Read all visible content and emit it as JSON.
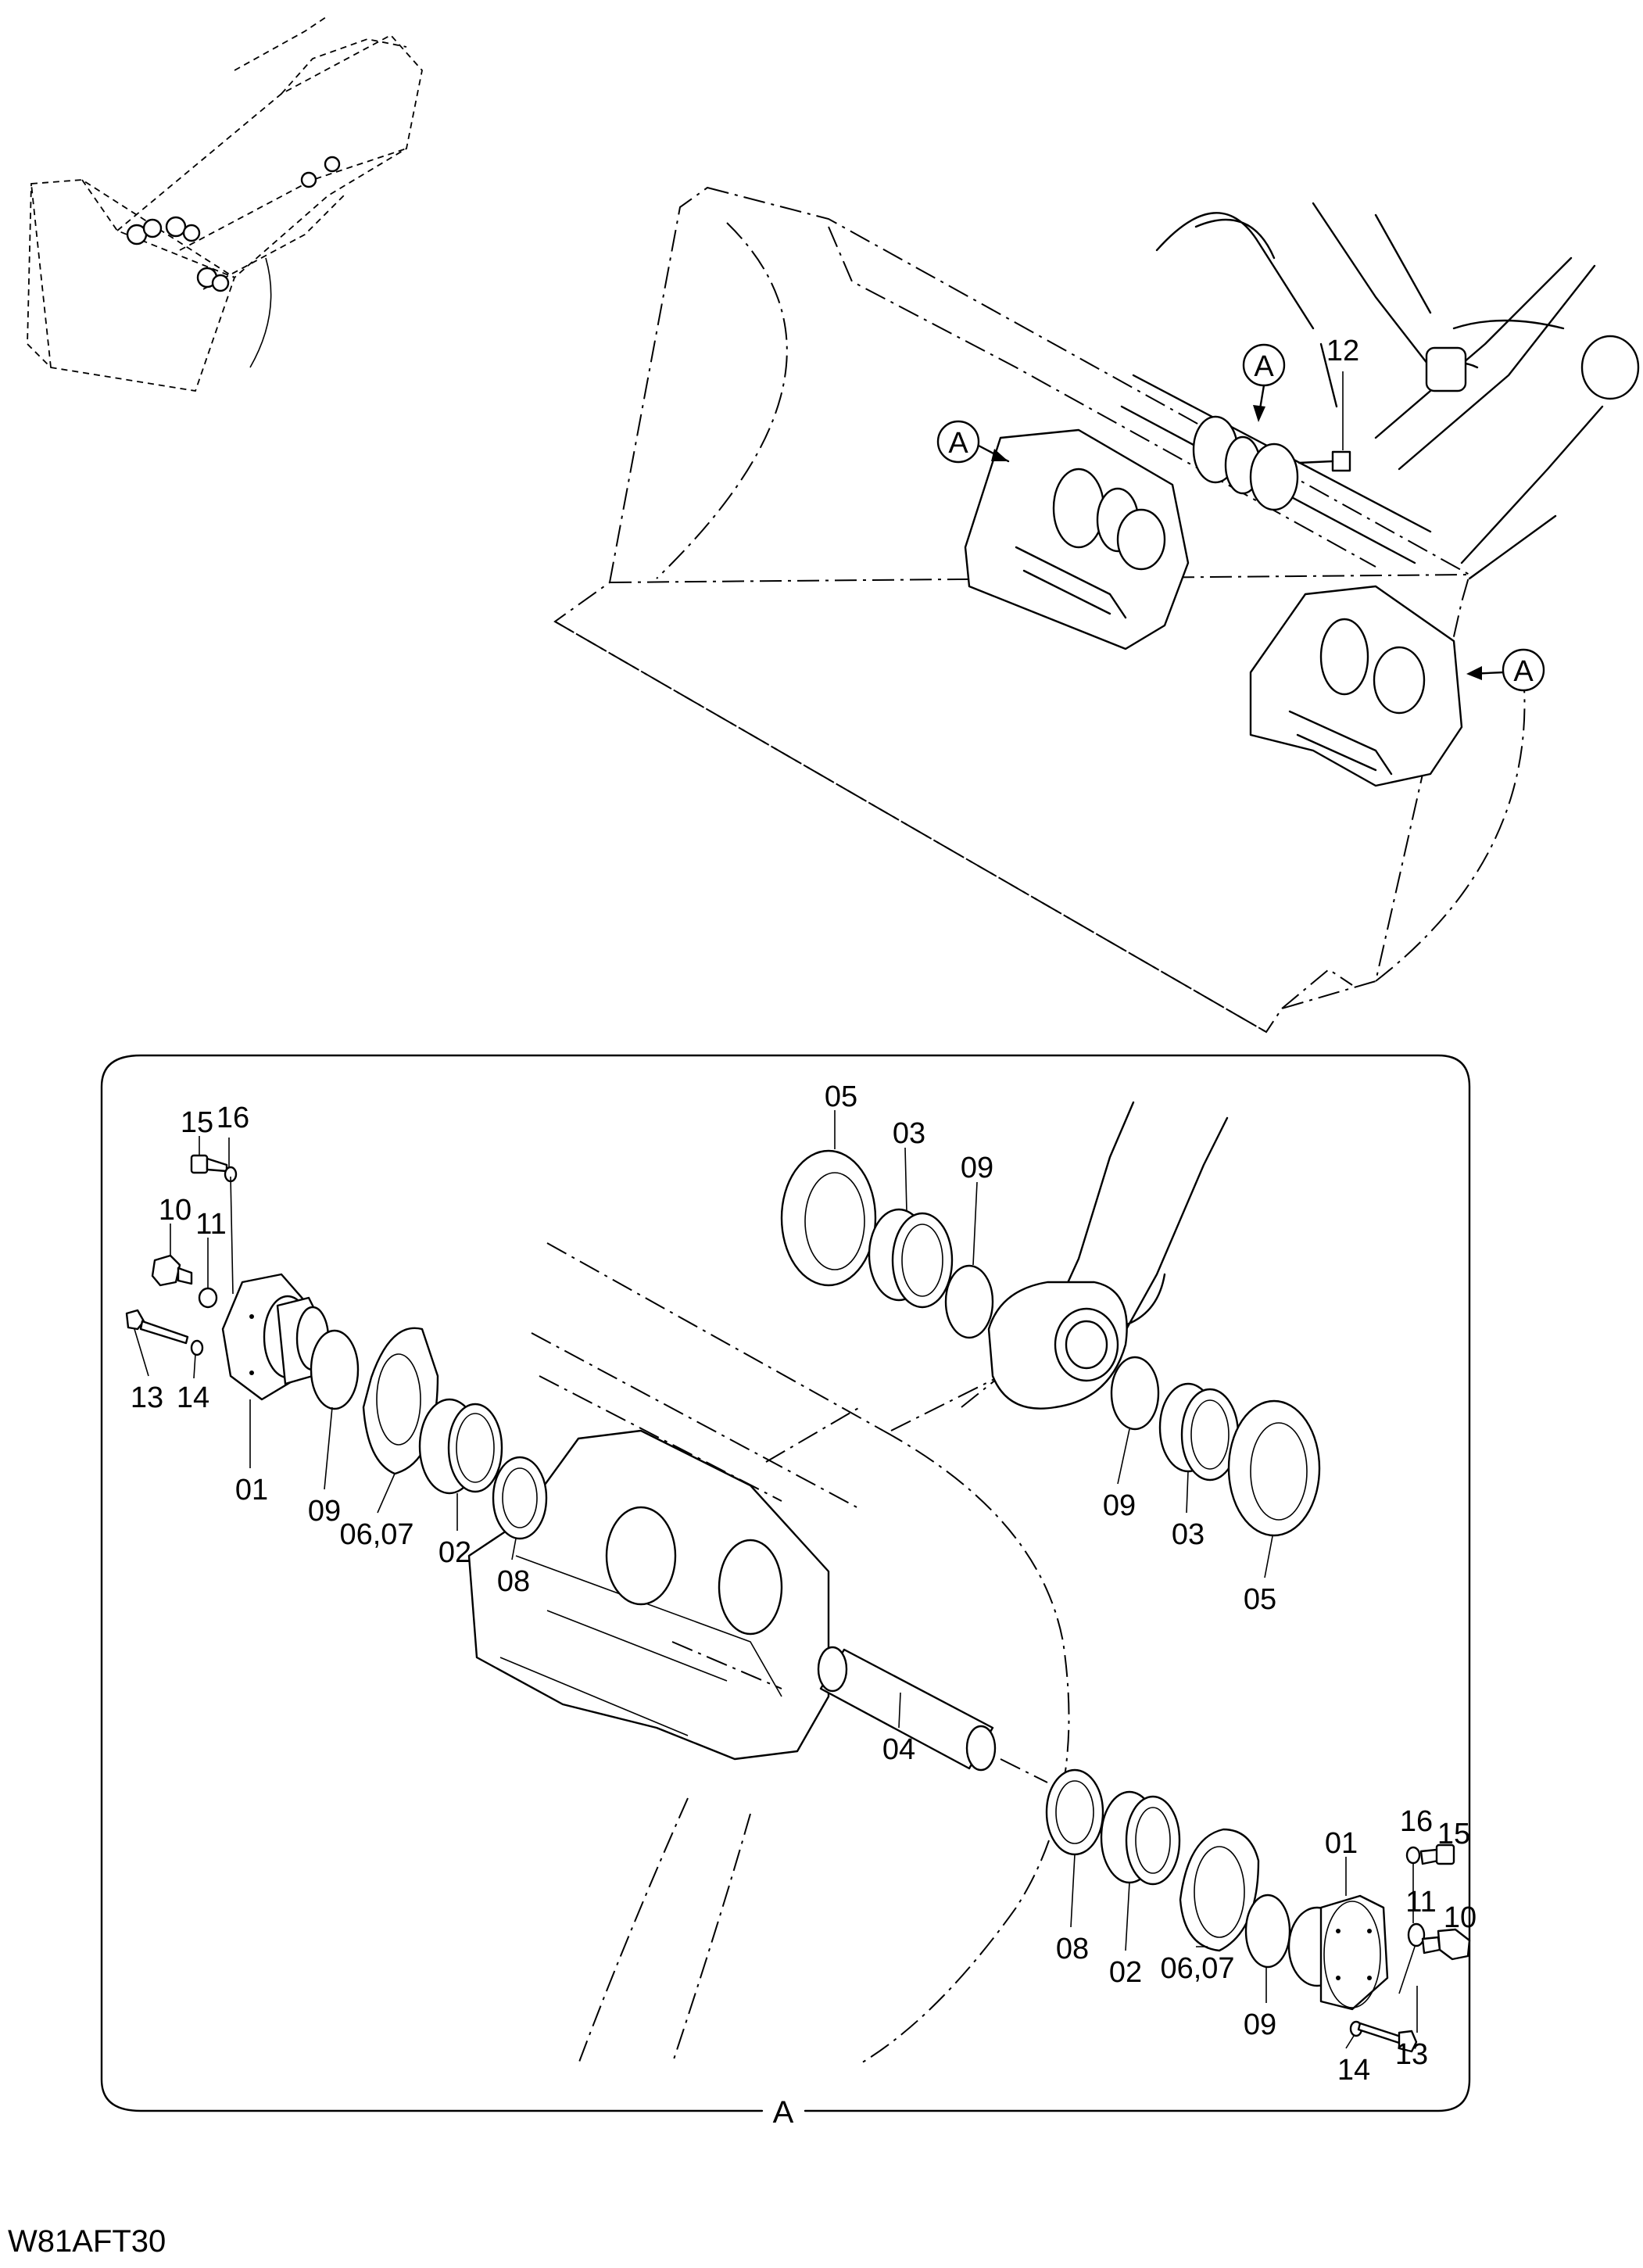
{
  "figure_code": "W81AFT30",
  "detail_frame_label": "A",
  "callouts": {
    "upper_view_refs": [
      "A",
      "A",
      "A"
    ],
    "upper_view_part": "12"
  },
  "detail_labels": {
    "l15": "15",
    "l16": "16",
    "l10": "10",
    "l11": "11",
    "l13": "13",
    "l14": "14",
    "l01": "01",
    "l09": "09",
    "l0607": "06,07",
    "l02": "02",
    "l08": "08",
    "t05": "05",
    "t03": "03",
    "t09": "09",
    "r09": "09",
    "r03": "03",
    "r05": "05",
    "c04": "04",
    "b08": "08",
    "b02": "02",
    "b0607": "06,07",
    "b09": "09",
    "b01": "01",
    "b16": "16",
    "b15": "15",
    "b11": "11",
    "b10": "10",
    "b14": "14",
    "b13": "13"
  }
}
